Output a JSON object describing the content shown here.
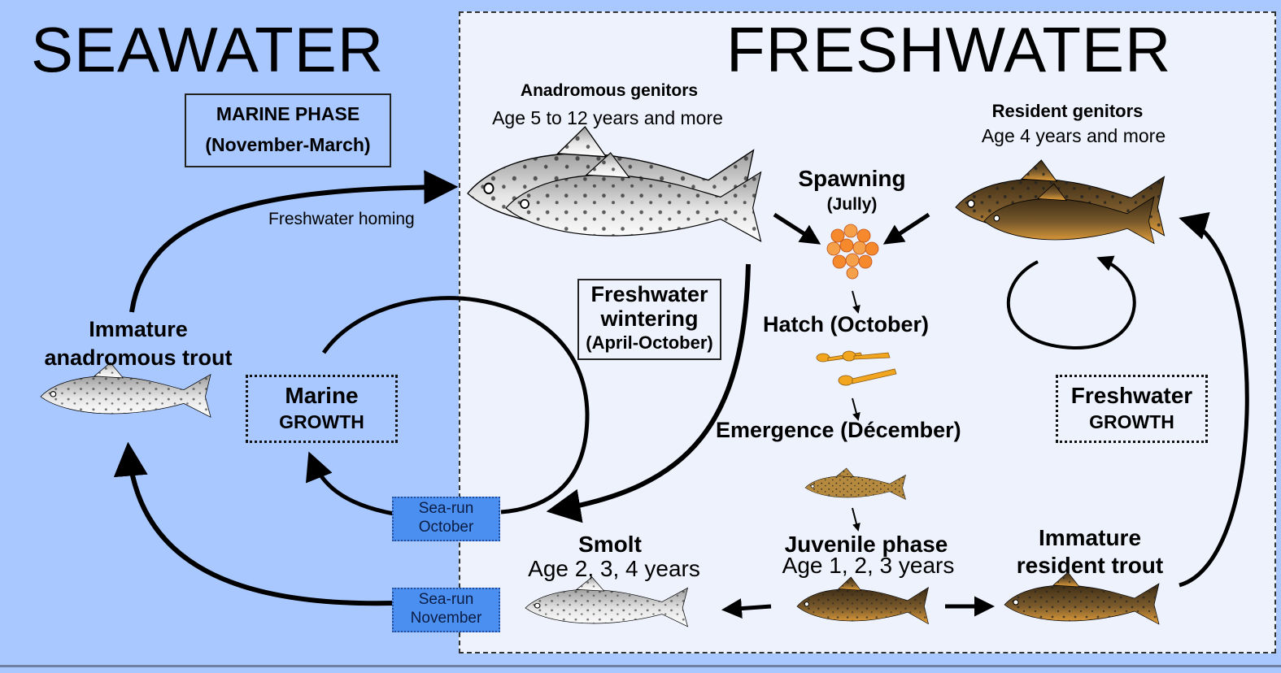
{
  "zones": {
    "seawater": "SEAWATER",
    "freshwater": "FRESHWATER"
  },
  "marine_phase": {
    "line1": "MARINE PHASE",
    "line2": "(November-March)"
  },
  "labels": {
    "homing": "Freshwater homing",
    "immature_anadromous_1": "Immature",
    "immature_anadromous_2": "anadromous trout",
    "anadromous_genitors_title": "Anadromous genitors",
    "anadromous_genitors_age": "Age 5 to 12 years and more",
    "resident_genitors_title": "Resident genitors",
    "resident_genitors_age": "Age 4 years and more",
    "spawning": "Spawning",
    "spawning_month": "(Jully)",
    "hatch": "Hatch (October)",
    "emergence": "Emergence (Décember)",
    "juvenile_title": "Juvenile phase",
    "juvenile_age": "Age 1, 2, 3 years",
    "smolt_title": "Smolt",
    "smolt_age": "Age 2, 3, 4 years",
    "immature_resident_1": "Immature",
    "immature_resident_2": "resident trout"
  },
  "boxes": {
    "freshwater_wintering_1": "Freshwater",
    "freshwater_wintering_2": "wintering",
    "freshwater_wintering_3": "(April-October)",
    "marine_growth_1": "Marine",
    "marine_growth_2": "GROWTH",
    "freshwater_growth_1": "Freshwater",
    "freshwater_growth_2": "GROWTH"
  },
  "sea_run_tags": [
    {
      "line1": "Sea-run",
      "line2": "October"
    },
    {
      "line1": "Sea-run",
      "line2": "November"
    }
  ],
  "colors": {
    "seawater_bg": "#a9c8ff",
    "freshwater_bg": "#edf2fd",
    "tag_bg": "#4b8ff0",
    "egg": "#f5892b",
    "larva": "#f2a51e",
    "resident_trout": "#5c4424"
  },
  "icons": [
    "silver-trout-icon",
    "brown-trout-icon",
    "egg-cluster-icon",
    "larvae-icon",
    "parr-icon"
  ]
}
